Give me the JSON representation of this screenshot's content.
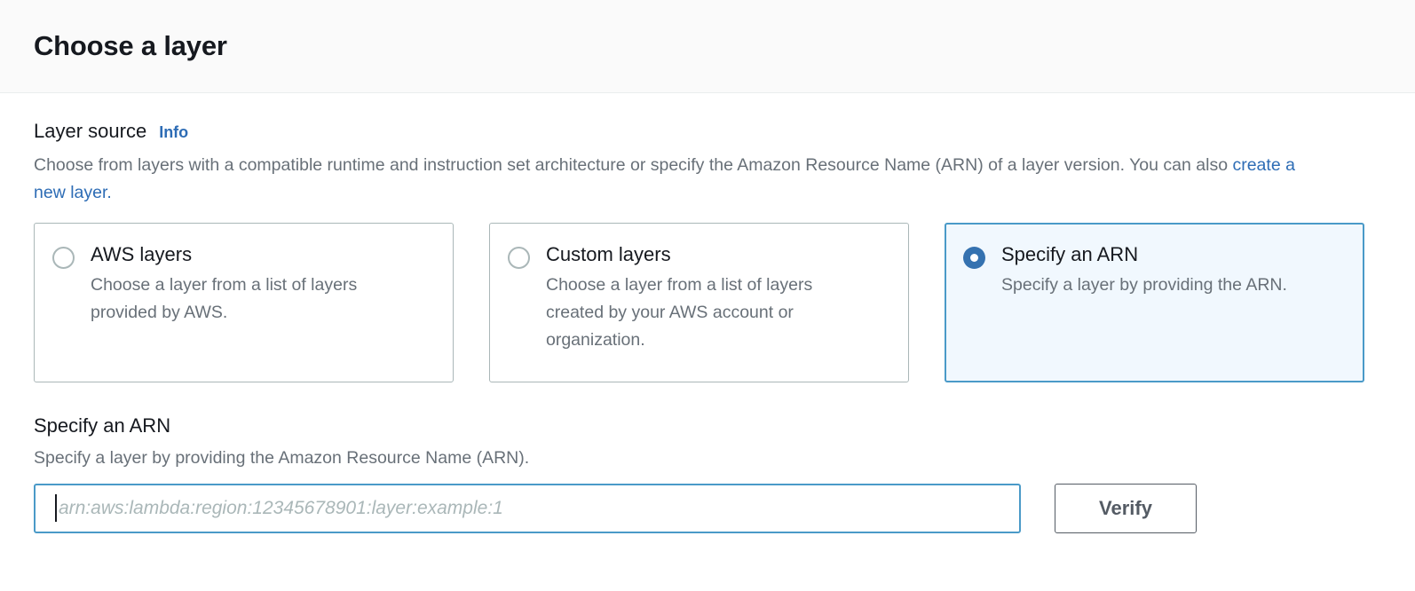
{
  "dialog": {
    "title": "Choose a layer"
  },
  "layer_source": {
    "label": "Layer source",
    "info_label": "Info",
    "description_part1": "Choose from layers with a compatible runtime and instruction set architecture or specify the Amazon Resource Name (ARN) of a layer version. You can also ",
    "description_link": "create a new layer.",
    "options": [
      {
        "title": "AWS layers",
        "description": "Choose a layer from a list of layers provided by AWS.",
        "selected": false
      },
      {
        "title": "Custom layers",
        "description": "Choose a layer from a list of layers created by your AWS account or organization.",
        "selected": false
      },
      {
        "title": "Specify an ARN",
        "description": "Specify a layer by providing the ARN.",
        "selected": true
      }
    ]
  },
  "arn_section": {
    "heading": "Specify an ARN",
    "description": "Specify a layer by providing the Amazon Resource Name (ARN).",
    "input_value": "",
    "input_placeholder": "arn:aws:lambda:region:12345678901:layer:example:1",
    "verify_label": "Verify"
  },
  "colors": {
    "accent_blue": "#2d6cb5",
    "radio_selected": "#3572b0",
    "selected_card_border": "#4a9ac8",
    "selected_card_bg": "#f1f8fe",
    "card_border": "#aab7b8",
    "text_primary": "#16191f",
    "text_secondary": "#687078",
    "button_border": "#545b64",
    "header_bg": "#fafafa"
  }
}
